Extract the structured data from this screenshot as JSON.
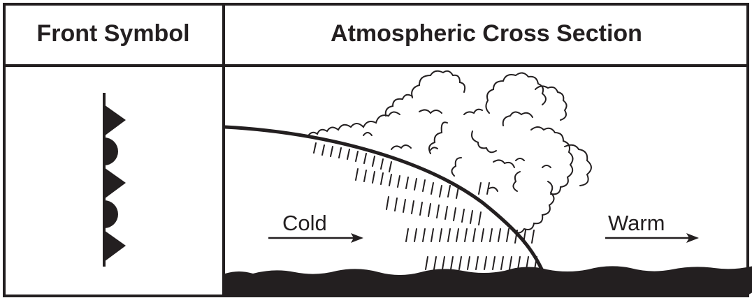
{
  "table": {
    "header_left": "Front Symbol",
    "header_right": "Atmospheric Cross Section"
  },
  "cross_section": {
    "cold_label": "Cold",
    "warm_label": "Warm"
  },
  "colors": {
    "ink": "#231f20",
    "background": "#ffffff"
  }
}
